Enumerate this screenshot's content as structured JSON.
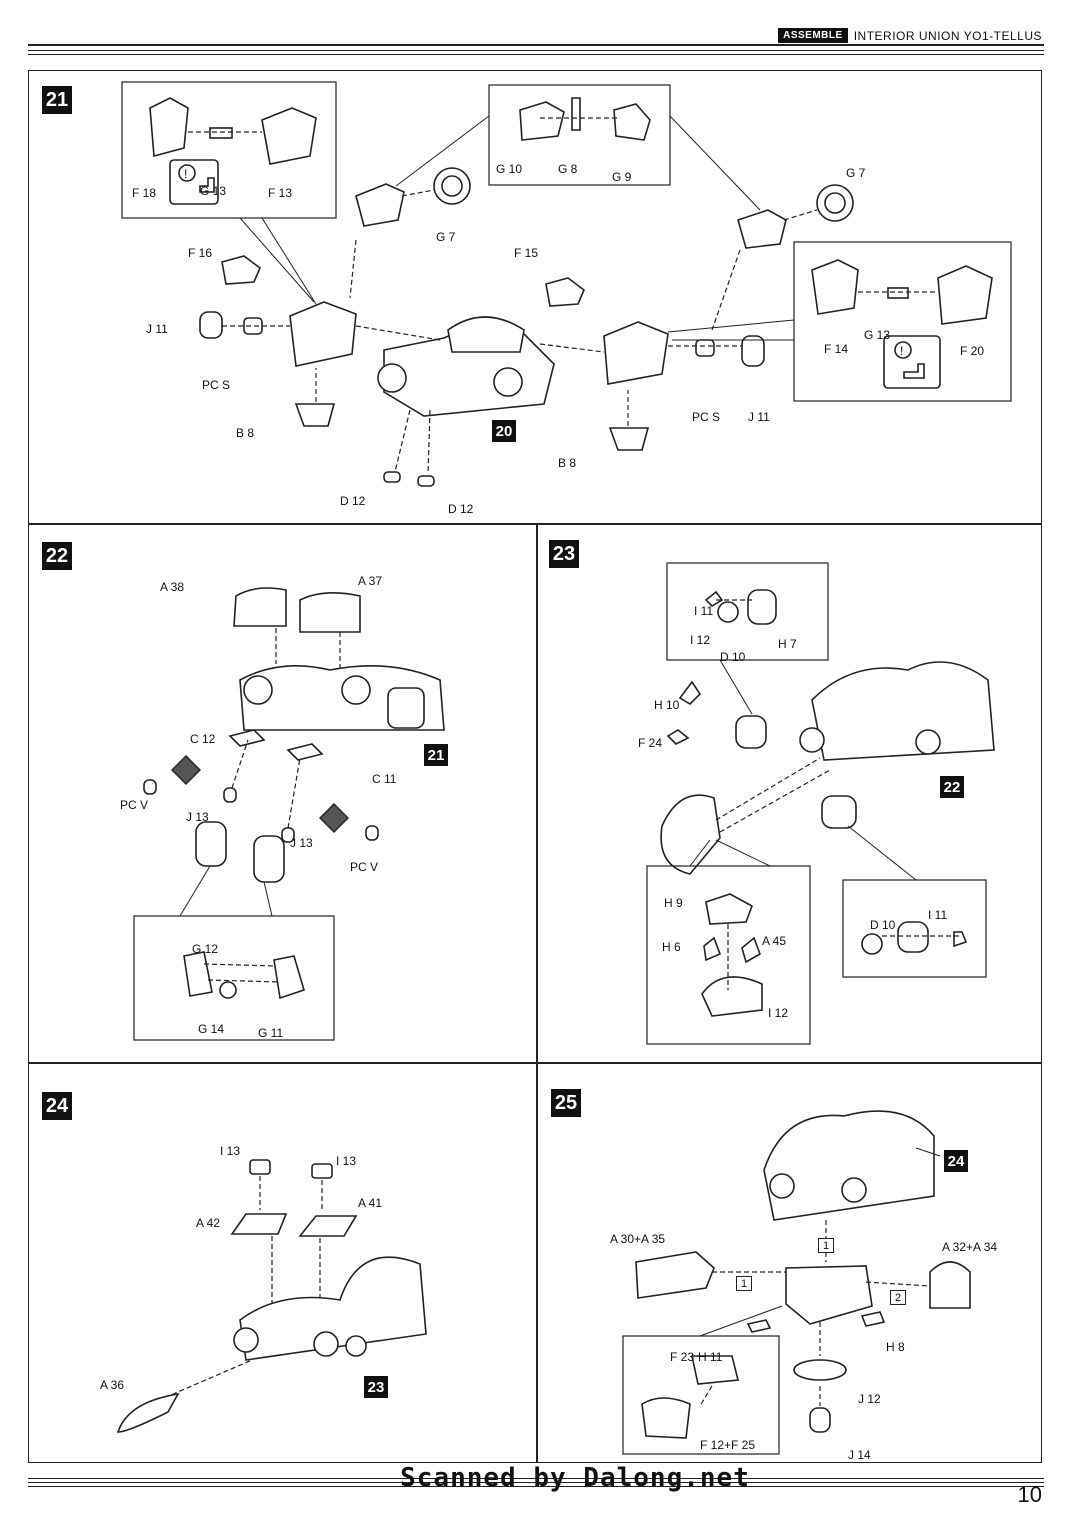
{
  "header": {
    "badge": "ASSEMBLE",
    "title": "INTERIOR UNION YO1-TELLUS"
  },
  "footer": {
    "scan_credit": "Scanned by Dalong.net",
    "page_number": "10"
  },
  "steps": [
    {
      "number": "21",
      "labels": [
        "F 18",
        "G 13",
        "F 13",
        "G 10",
        "G 8",
        "G 9",
        "G 7",
        "G 7",
        "F 16",
        "F 15",
        "J 11",
        "PC S",
        "B 8",
        "D 12",
        "D 12",
        "F 14",
        "G 13",
        "F 20",
        "PC S",
        "J 11",
        "B 8"
      ],
      "callout_refs": [
        "20"
      ]
    },
    {
      "number": "22",
      "labels": [
        "A 38",
        "A 37",
        "C 12",
        "C 11",
        "PC V",
        "J 13",
        "J 13",
        "PC V",
        "G 12",
        "G 14",
        "G 11"
      ],
      "callout_refs": [
        "21"
      ]
    },
    {
      "number": "23",
      "labels": [
        "I 11",
        "I 12",
        "D 10",
        "H 7",
        "H 10",
        "F 24",
        "H 9",
        "H 6",
        "A 45",
        "I 12",
        "D 10",
        "I 11"
      ],
      "callout_refs": [
        "22"
      ]
    },
    {
      "number": "24",
      "labels": [
        "I 13",
        "I 13",
        "A 42",
        "A 41",
        "A 36"
      ],
      "callout_refs": [
        "23"
      ]
    },
    {
      "number": "25",
      "labels": [
        "A 30+A 35",
        "A 32+A 34",
        "H 11",
        "H 8",
        "F 23",
        "J 12",
        "F 12+F 25",
        "J 14"
      ],
      "callout_refs": [
        "24"
      ],
      "sequence_marks": [
        "1",
        "1",
        "2"
      ]
    }
  ]
}
